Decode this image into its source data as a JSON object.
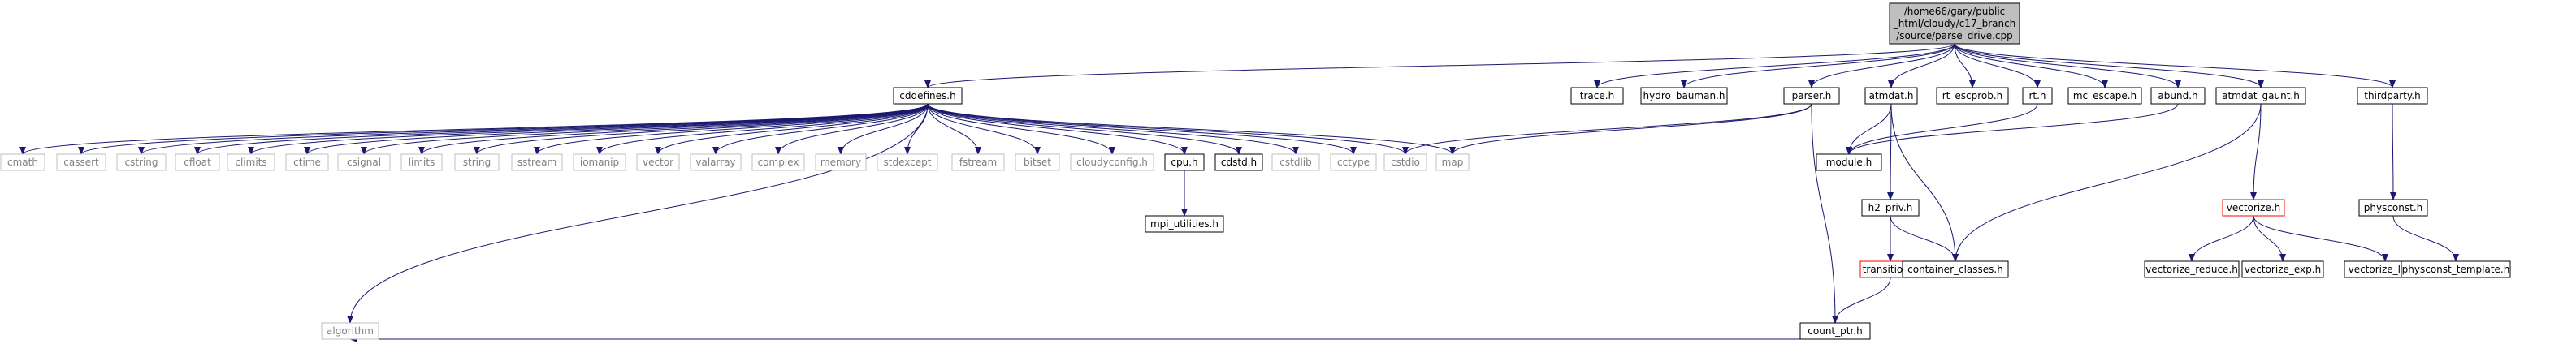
{
  "colors": {
    "edge": "#191970",
    "node_border": "#000000",
    "node_border_red": "#ff0000",
    "node_border_system": "#bfbfbf",
    "root_fill": "#bfbfbf",
    "text": "#000000",
    "system_text": "#808080"
  },
  "nodes": [
    {
      "id": "root",
      "lines": [
        "/home66/gary/public",
        "_html/cloudy/c17_branch",
        "/source/parse_drive.cpp"
      ],
      "style": "root"
    },
    {
      "id": "cddefines",
      "lines": [
        "cddefines.h"
      ],
      "style": "normal"
    },
    {
      "id": "trace",
      "lines": [
        "trace.h"
      ],
      "style": "normal"
    },
    {
      "id": "hydro_bauman",
      "lines": [
        "hydro_bauman.h"
      ],
      "style": "normal"
    },
    {
      "id": "parser",
      "lines": [
        "parser.h"
      ],
      "style": "normal"
    },
    {
      "id": "atmdat",
      "lines": [
        "atmdat.h"
      ],
      "style": "normal"
    },
    {
      "id": "rt_escprob",
      "lines": [
        "rt_escprob.h"
      ],
      "style": "normal"
    },
    {
      "id": "rt",
      "lines": [
        "rt.h"
      ],
      "style": "normal"
    },
    {
      "id": "mc_escape",
      "lines": [
        "mc_escape.h"
      ],
      "style": "normal"
    },
    {
      "id": "abund",
      "lines": [
        "abund.h"
      ],
      "style": "normal"
    },
    {
      "id": "atmdat_gaunt",
      "lines": [
        "atmdat_gaunt.h"
      ],
      "style": "normal"
    },
    {
      "id": "thirdparty",
      "lines": [
        "thirdparty.h"
      ],
      "style": "normal"
    },
    {
      "id": "cmath",
      "lines": [
        "cmath"
      ],
      "style": "system"
    },
    {
      "id": "cassert",
      "lines": [
        "cassert"
      ],
      "style": "system"
    },
    {
      "id": "cstring",
      "lines": [
        "cstring"
      ],
      "style": "system"
    },
    {
      "id": "cfloat",
      "lines": [
        "cfloat"
      ],
      "style": "system"
    },
    {
      "id": "climits",
      "lines": [
        "climits"
      ],
      "style": "system"
    },
    {
      "id": "ctime",
      "lines": [
        "ctime"
      ],
      "style": "system"
    },
    {
      "id": "csignal",
      "lines": [
        "csignal"
      ],
      "style": "system"
    },
    {
      "id": "limits",
      "lines": [
        "limits"
      ],
      "style": "system"
    },
    {
      "id": "string",
      "lines": [
        "string"
      ],
      "style": "system"
    },
    {
      "id": "sstream",
      "lines": [
        "sstream"
      ],
      "style": "system"
    },
    {
      "id": "iomanip",
      "lines": [
        "iomanip"
      ],
      "style": "system"
    },
    {
      "id": "vector",
      "lines": [
        "vector"
      ],
      "style": "system"
    },
    {
      "id": "valarray",
      "lines": [
        "valarray"
      ],
      "style": "system"
    },
    {
      "id": "complex",
      "lines": [
        "complex"
      ],
      "style": "system"
    },
    {
      "id": "memory",
      "lines": [
        "memory"
      ],
      "style": "system"
    },
    {
      "id": "stdexcept",
      "lines": [
        "stdexcept"
      ],
      "style": "system"
    },
    {
      "id": "fstream",
      "lines": [
        "fstream"
      ],
      "style": "system"
    },
    {
      "id": "bitset",
      "lines": [
        "bitset"
      ],
      "style": "system"
    },
    {
      "id": "cloudyconfig",
      "lines": [
        "cloudyconfig.h"
      ],
      "style": "system"
    },
    {
      "id": "cpu",
      "lines": [
        "cpu.h"
      ],
      "style": "normal"
    },
    {
      "id": "cdstd",
      "lines": [
        "cdstd.h"
      ],
      "style": "normal"
    },
    {
      "id": "cstdlib",
      "lines": [
        "cstdlib"
      ],
      "style": "system"
    },
    {
      "id": "cctype",
      "lines": [
        "cctype"
      ],
      "style": "system"
    },
    {
      "id": "cstdio",
      "lines": [
        "cstdio"
      ],
      "style": "system"
    },
    {
      "id": "map",
      "lines": [
        "map"
      ],
      "style": "system"
    },
    {
      "id": "module",
      "lines": [
        "module.h"
      ],
      "style": "normal"
    },
    {
      "id": "h2_priv",
      "lines": [
        "h2_priv.h"
      ],
      "style": "normal"
    },
    {
      "id": "vectorize",
      "lines": [
        "vectorize.h"
      ],
      "style": "red"
    },
    {
      "id": "physconst",
      "lines": [
        "physconst.h"
      ],
      "style": "normal"
    },
    {
      "id": "mpi_utilities",
      "lines": [
        "mpi_utilities.h"
      ],
      "style": "normal"
    },
    {
      "id": "transition",
      "lines": [
        "transition.h"
      ],
      "style": "red"
    },
    {
      "id": "container_classes",
      "lines": [
        "container_classes.h"
      ],
      "style": "normal"
    },
    {
      "id": "vectorize_reduce",
      "lines": [
        "vectorize_reduce.h"
      ],
      "style": "normal"
    },
    {
      "id": "vectorize_exp",
      "lines": [
        "vectorize_exp.h"
      ],
      "style": "normal"
    },
    {
      "id": "vectorize_log",
      "lines": [
        "vectorize_log.h"
      ],
      "style": "normal"
    },
    {
      "id": "physconst_template",
      "lines": [
        "physconst_template.h"
      ],
      "style": "normal"
    },
    {
      "id": "count_ptr",
      "lines": [
        "count_ptr.h"
      ],
      "style": "normal"
    },
    {
      "id": "algorithm",
      "lines": [
        "algorithm"
      ],
      "style": "system"
    }
  ],
  "edges": [
    [
      "root",
      "cddefines"
    ],
    [
      "root",
      "trace"
    ],
    [
      "root",
      "hydro_bauman"
    ],
    [
      "root",
      "parser"
    ],
    [
      "root",
      "atmdat"
    ],
    [
      "root",
      "rt_escprob"
    ],
    [
      "root",
      "rt"
    ],
    [
      "root",
      "mc_escape"
    ],
    [
      "root",
      "abund"
    ],
    [
      "root",
      "atmdat_gaunt"
    ],
    [
      "root",
      "thirdparty"
    ],
    [
      "cddefines",
      "cmath"
    ],
    [
      "cddefines",
      "cassert"
    ],
    [
      "cddefines",
      "cstring"
    ],
    [
      "cddefines",
      "cfloat"
    ],
    [
      "cddefines",
      "climits"
    ],
    [
      "cddefines",
      "ctime"
    ],
    [
      "cddefines",
      "csignal"
    ],
    [
      "cddefines",
      "limits"
    ],
    [
      "cddefines",
      "string"
    ],
    [
      "cddefines",
      "sstream"
    ],
    [
      "cddefines",
      "iomanip"
    ],
    [
      "cddefines",
      "vector"
    ],
    [
      "cddefines",
      "valarray"
    ],
    [
      "cddefines",
      "complex"
    ],
    [
      "cddefines",
      "memory"
    ],
    [
      "cddefines",
      "stdexcept"
    ],
    [
      "cddefines",
      "fstream"
    ],
    [
      "cddefines",
      "bitset"
    ],
    [
      "cddefines",
      "cloudyconfig"
    ],
    [
      "cddefines",
      "cpu"
    ],
    [
      "cddefines",
      "cdstd"
    ],
    [
      "cddefines",
      "cstdlib"
    ],
    [
      "cddefines",
      "cctype"
    ],
    [
      "cddefines",
      "cstdio"
    ],
    [
      "cddefines",
      "map"
    ],
    [
      "cddefines",
      "algorithm"
    ],
    [
      "cpu",
      "mpi_utilities"
    ],
    [
      "parser",
      "cstdio"
    ],
    [
      "parser",
      "map"
    ],
    [
      "parser",
      "count_ptr"
    ],
    [
      "atmdat",
      "h2_priv"
    ],
    [
      "atmdat",
      "module"
    ],
    [
      "atmdat",
      "container_classes"
    ],
    [
      "rt",
      "module"
    ],
    [
      "abund",
      "module"
    ],
    [
      "h2_priv",
      "transition"
    ],
    [
      "h2_priv",
      "container_classes"
    ],
    [
      "transition",
      "count_ptr"
    ],
    [
      "count_ptr",
      "algorithm"
    ],
    [
      "atmdat_gaunt",
      "vectorize"
    ],
    [
      "atmdat_gaunt",
      "container_classes"
    ],
    [
      "vectorize",
      "vectorize_reduce"
    ],
    [
      "vectorize",
      "vectorize_exp"
    ],
    [
      "vectorize",
      "vectorize_log"
    ],
    [
      "thirdparty",
      "physconst"
    ],
    [
      "physconst",
      "physconst_template"
    ]
  ]
}
